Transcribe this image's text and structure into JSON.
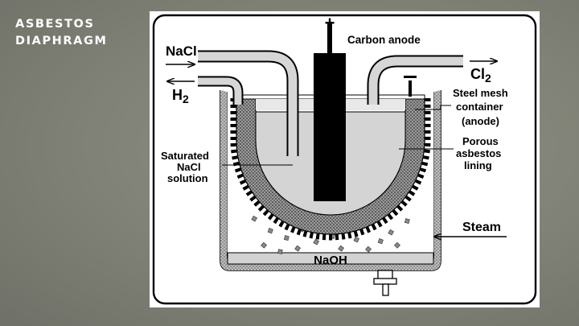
{
  "slide": {
    "title_line1": "ASBESTOS",
    "title_line2": "DIAPHRAGM"
  },
  "diagram": {
    "plus_sign": "+",
    "minus_sign": "−",
    "carbon_anode": "Carbon anode",
    "nacl_in": "NaCl",
    "cl2_main": "Cl",
    "cl2_sub": "2",
    "h2_main": "H",
    "h2_sub": "2",
    "steel_mesh_1": "Steel mesh",
    "steel_mesh_2": "container",
    "steel_mesh_3": "(anode)",
    "porous_1": "Porous",
    "porous_2": "asbestos",
    "porous_3": "lining",
    "saturated_1": "Saturated",
    "saturated_2": "NaCl",
    "saturated_3": "solution",
    "steam": "Steam",
    "naoh": "NaOH"
  }
}
